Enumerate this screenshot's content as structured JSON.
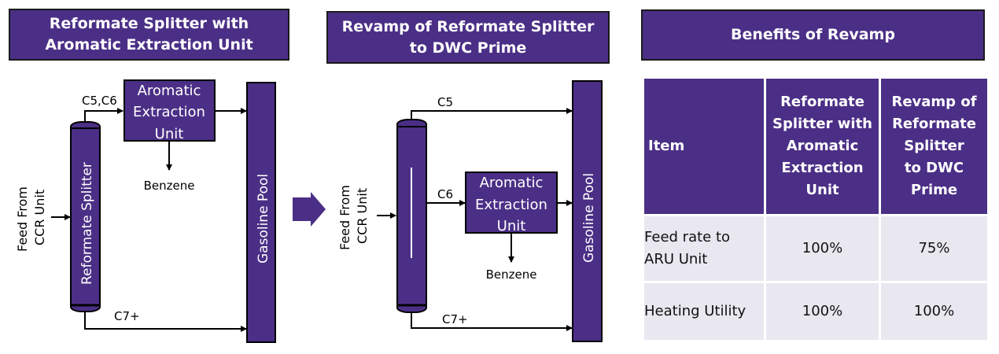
{
  "colors": {
    "purple": "#4b2f86",
    "cell_bg": "#e9e7ef",
    "line": "#000000"
  },
  "panel1": {
    "title_line1": "Reformate Splitter with",
    "title_line2": "Aromatic Extraction Unit",
    "column_label": "Reformate Splitter",
    "feed_line1": "Feed From",
    "feed_line2": "CCR Unit",
    "top_stream": "C5,C6",
    "aeu_line1": "Aromatic",
    "aeu_line2": "Extraction",
    "aeu_line3": "Unit",
    "benzene": "Benzene",
    "bottom_stream": "C7+",
    "pool": "Gasoline Pool"
  },
  "panel2": {
    "title_line1": "Revamp of Reformate Splitter",
    "title_line2": "to DWC Prime",
    "feed_line1": "Feed From",
    "feed_line2": "CCR Unit",
    "top_stream": "C5",
    "side_stream": "C6",
    "aeu_line1": "Aromatic",
    "aeu_line2": "Extraction",
    "aeu_line3": "Unit",
    "benzene": "Benzene",
    "bottom_stream": "C7+",
    "pool": "Gasoline Pool"
  },
  "arrow_icon": "right-arrow",
  "panel3": {
    "title": "Benefits of Revamp",
    "table": {
      "headers": [
        [
          "Item"
        ],
        [
          "Reformate",
          "Splitter with",
          "Aromatic",
          "Extraction",
          "Unit"
        ],
        [
          "Revamp of",
          "Reformate",
          "Splitter",
          "to DWC",
          "Prime"
        ]
      ],
      "rows": [
        {
          "item_line1": "Feed rate to",
          "item_line2": "ARU Unit",
          "col1": "100%",
          "col2": "75%"
        },
        {
          "item_line1": "Heating Utility",
          "item_line2": "",
          "col1": "100%",
          "col2": "100%"
        }
      ]
    }
  }
}
